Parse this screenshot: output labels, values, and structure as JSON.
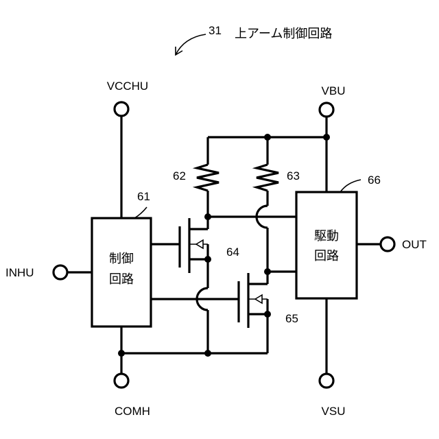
{
  "title": {
    "number": "31",
    "label": "上アーム制御回路"
  },
  "terminals": {
    "vcchu": "VCCHU",
    "vbu": "VBU",
    "inhu": "INHU",
    "out": "OUT",
    "comh": "COMH",
    "vsu": "VSU"
  },
  "blocks": {
    "control": {
      "ref": "61",
      "line1": "制御",
      "line2": "回路"
    },
    "driver": {
      "ref": "66",
      "line1": "駆動",
      "line2": "回路"
    }
  },
  "components": {
    "resistor_a": "62",
    "resistor_b": "63",
    "transistor_a": "64",
    "transistor_b": "65"
  }
}
